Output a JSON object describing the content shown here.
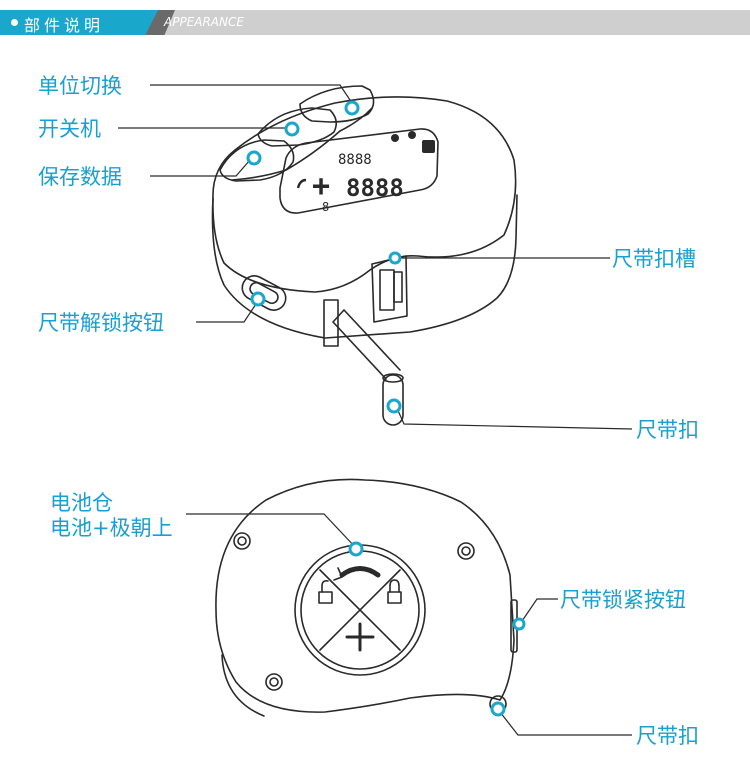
{
  "header": {
    "title": "部件说明",
    "subtitle": "APPEARANCE"
  },
  "device_top": {
    "lcd": {
      "small_digits": "8888",
      "large_digits": "8888",
      "sign": "+",
      "indicator": "8"
    },
    "labels": {
      "unit_switch": "单位切换",
      "power": "开关机",
      "save_data": "保存数据",
      "tape_groove": "尺带扣槽",
      "tape_unlock_button": "尺带解锁按钮",
      "tape_hook": "尺带扣"
    }
  },
  "device_bottom": {
    "labels": {
      "battery_compartment": "电池仓",
      "battery_orientation": "电池+极朝上",
      "tape_lock_button": "尺带锁紧按钮",
      "tape_hook": "尺带扣"
    }
  },
  "colors": {
    "accent": "#1aa7cc",
    "header_dark": "#6a6a6a",
    "header_gray": "#cfcfcf",
    "label_text": "#1a9fd1",
    "outline": "#2a2a2a",
    "marker_fill": "#ffffff"
  }
}
